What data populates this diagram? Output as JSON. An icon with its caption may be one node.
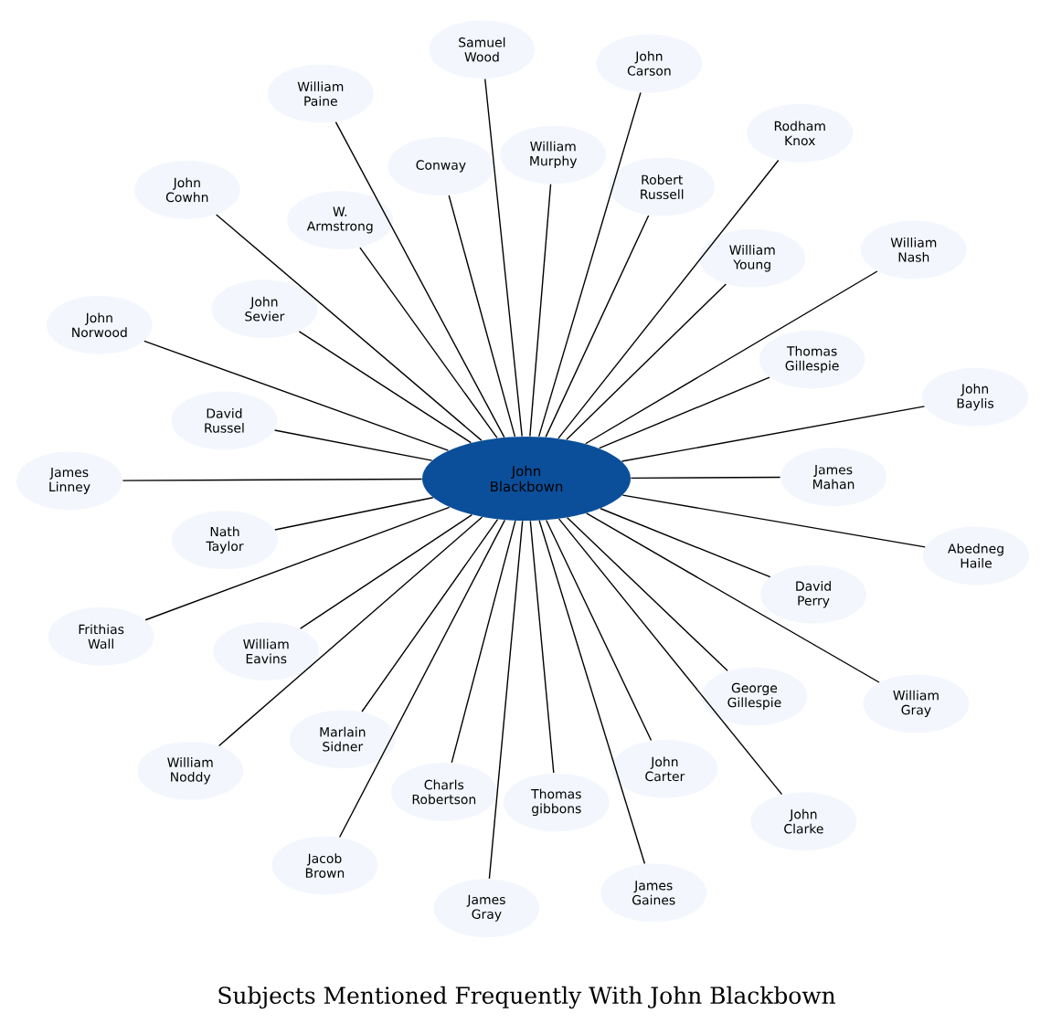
{
  "diagram": {
    "title": "Subjects Mentioned Frequently With John Blackbown",
    "nodes": [
      {
        "text": [
          "John Blackbown"
        ]
      },
      {
        "text": [
          "William Murphy"
        ]
      },
      {
        "text": [
          "John Carson"
        ]
      },
      {
        "text": [
          "Robert Russell"
        ]
      },
      {
        "text": [
          "Rodham Knox"
        ]
      },
      {
        "text": [
          "William Young"
        ]
      },
      {
        "text": [
          "William Nash"
        ]
      },
      {
        "text": [
          "Thomas Gillespie"
        ]
      },
      {
        "text": [
          "John Baylis"
        ]
      },
      {
        "text": [
          "James Mahan"
        ]
      },
      {
        "text": [
          "Abedneg Haile"
        ]
      },
      {
        "text": [
          "David Perry"
        ]
      },
      {
        "text": [
          "William Gray"
        ]
      },
      {
        "text": [
          "George Gillespie"
        ]
      },
      {
        "text": [
          "John Clarke"
        ]
      },
      {
        "text": [
          "John Carter"
        ]
      },
      {
        "text": [
          "James Gaines"
        ]
      },
      {
        "text": [
          "Thomas gibbons"
        ]
      },
      {
        "text": [
          "James Gray"
        ]
      },
      {
        "text": [
          "Charls Robertson"
        ]
      },
      {
        "text": [
          "Jacob Brown"
        ]
      },
      {
        "text": [
          "Marlain Sidner"
        ]
      },
      {
        "text": [
          "William Noddy"
        ]
      },
      {
        "text": [
          "William Eavins"
        ]
      },
      {
        "text": [
          "Frithias Wall"
        ]
      },
      {
        "text": [
          "Nath Taylor"
        ]
      },
      {
        "text": [
          "James Linney"
        ]
      },
      {
        "text": [
          "David Russel"
        ]
      },
      {
        "text": [
          "John Norwood"
        ]
      },
      {
        "text": [
          "John Sevier"
        ]
      },
      {
        "text": [
          "John Cowhn"
        ]
      },
      {
        "text": [
          "W. Armstrong"
        ]
      },
      {
        "text": [
          "William Paine"
        ]
      },
      {
        "text": [
          "Conway"
        ]
      },
      {
        "text": [
          "Samuel Wood"
        ]
      }
    ],
    "edges": [
      {
        "from": 0,
        "to": 1,
        "arrow": "none"
      },
      {
        "from": 0,
        "to": 2,
        "arrow": "none"
      },
      {
        "from": 0,
        "to": 3,
        "arrow": "none"
      },
      {
        "from": 0,
        "to": 4,
        "arrow": "none"
      },
      {
        "from": 0,
        "to": 5,
        "arrow": "none"
      },
      {
        "from": 0,
        "to": 6,
        "arrow": "none"
      },
      {
        "from": 0,
        "to": 7,
        "arrow": "none"
      },
      {
        "from": 0,
        "to": 8,
        "arrow": "none"
      },
      {
        "from": 0,
        "to": 9,
        "arrow": "none"
      },
      {
        "from": 0,
        "to": 10,
        "arrow": "none"
      },
      {
        "from": 0,
        "to": 11,
        "arrow": "none"
      },
      {
        "from": 0,
        "to": 12,
        "arrow": "none"
      },
      {
        "from": 0,
        "to": 13,
        "arrow": "none"
      },
      {
        "from": 0,
        "to": 14,
        "arrow": "none"
      },
      {
        "from": 0,
        "to": 15,
        "arrow": "none"
      },
      {
        "from": 0,
        "to": 16,
        "arrow": "none"
      },
      {
        "from": 0,
        "to": 17,
        "arrow": "none"
      },
      {
        "from": 0,
        "to": 18,
        "arrow": "none"
      },
      {
        "from": 0,
        "to": 19,
        "arrow": "none"
      },
      {
        "from": 0,
        "to": 20,
        "arrow": "none"
      },
      {
        "from": 0,
        "to": 21,
        "arrow": "none"
      },
      {
        "from": 0,
        "to": 22,
        "arrow": "none"
      },
      {
        "from": 0,
        "to": 23,
        "arrow": "none"
      },
      {
        "from": 0,
        "to": 24,
        "arrow": "none"
      },
      {
        "from": 0,
        "to": 25,
        "arrow": "none"
      },
      {
        "from": 0,
        "to": 26,
        "arrow": "none"
      },
      {
        "from": 0,
        "to": 27,
        "arrow": "none"
      },
      {
        "from": 0,
        "to": 28,
        "arrow": "none"
      },
      {
        "from": 0,
        "to": 29,
        "arrow": "none"
      },
      {
        "from": 0,
        "to": 30,
        "arrow": "none"
      },
      {
        "from": 0,
        "to": 31,
        "arrow": "none"
      },
      {
        "from": 0,
        "to": 32,
        "arrow": "none"
      },
      {
        "from": 0,
        "to": 33,
        "arrow": "none"
      },
      {
        "from": 0,
        "to": 34,
        "arrow": "none"
      }
    ]
  }
}
